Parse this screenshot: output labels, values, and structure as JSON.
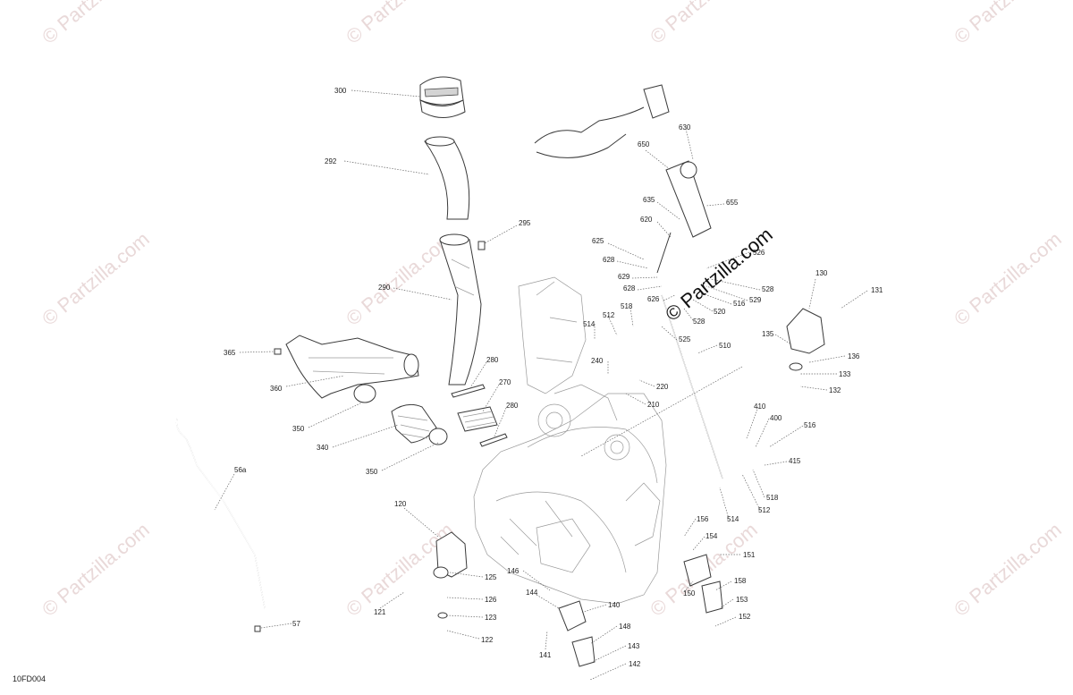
{
  "diagram_code": "10FD004",
  "watermark_text": "© Partzilla.com",
  "labels": [
    "300",
    "292",
    "295",
    "290",
    "365",
    "360",
    "350",
    "340",
    "350",
    "280",
    "270",
    "280",
    "56a",
    "57",
    "120",
    "125",
    "126",
    "123",
    "122",
    "121",
    "146",
    "144",
    "140",
    "141",
    "148",
    "143",
    "142",
    "630",
    "650",
    "655",
    "635",
    "620",
    "625",
    "628",
    "629",
    "628",
    "626",
    "526",
    "528",
    "529",
    "516",
    "520",
    "528",
    "525",
    "130",
    "131",
    "135",
    "136",
    "133",
    "132",
    "514",
    "512",
    "518",
    "240",
    "220",
    "210",
    "510",
    "410",
    "400",
    "516",
    "415",
    "518",
    "512",
    "514",
    "156",
    "154",
    "151",
    "158",
    "150",
    "153",
    "152"
  ]
}
